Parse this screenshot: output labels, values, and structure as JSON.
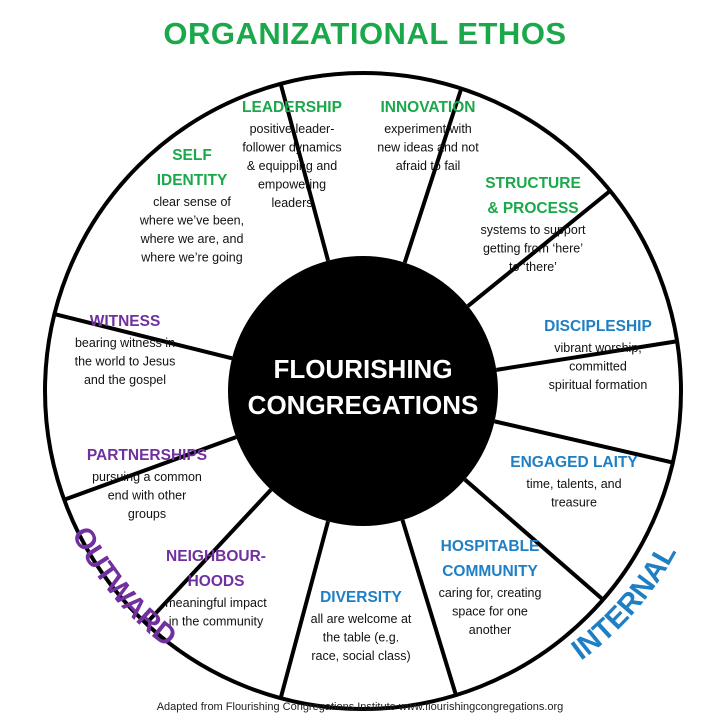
{
  "title": {
    "text": "ORGANIZATIONAL ETHOS",
    "color": "#1aa84a"
  },
  "footer": "Adapted from Flourishing Congregations Institute www.flourishingcongregations.org",
  "center": {
    "lines": [
      "FLOURISHING",
      "CONGREGATIONS"
    ]
  },
  "arc_labels": {
    "outward": {
      "text": "OUTWARD",
      "color": "#7030a0"
    },
    "internal": {
      "text": "INTERNAL",
      "color": "#1f7fc4"
    }
  },
  "colors": {
    "green": "#1aa84a",
    "purple": "#7030a0",
    "blue": "#1f7fc4"
  },
  "segments": [
    {
      "title": [
        "LEADERSHIP"
      ],
      "desc": [
        "positive leader-",
        "follower dynamics",
        "& equipping and",
        "empowering",
        "leaders"
      ],
      "color": "#1aa84a"
    },
    {
      "title": [
        "INNOVATION"
      ],
      "desc": [
        "experiment with",
        "new ideas and not",
        "afraid to fail"
      ],
      "color": "#1aa84a"
    },
    {
      "title": [
        "STRUCTURE",
        "& PROCESS"
      ],
      "desc": [
        "systems to support",
        "getting from ‘here’",
        "to ‘there’"
      ],
      "color": "#1aa84a"
    },
    {
      "title": [
        "DISCIPLESHIP"
      ],
      "desc": [
        "vibrant worship,",
        "committed",
        "spiritual formation"
      ],
      "color": "#1f7fc4"
    },
    {
      "title": [
        "ENGAGED LAITY"
      ],
      "desc": [
        "time, talents, and",
        "treasure"
      ],
      "color": "#1f7fc4"
    },
    {
      "title": [
        "HOSPITABLE",
        "COMMUNITY"
      ],
      "desc": [
        "caring for, creating",
        "space for one",
        "another"
      ],
      "color": "#1f7fc4"
    },
    {
      "title": [
        "DIVERSITY"
      ],
      "desc": [
        "all are welcome at",
        "the table (e.g.",
        "race, social class)"
      ],
      "color": "#1f7fc4"
    },
    {
      "title": [
        "NEIGHBOUR-",
        "HOODS"
      ],
      "desc": [
        "meaningful impact",
        "in the community"
      ],
      "color": "#7030a0"
    },
    {
      "title": [
        "PARTNERSHIPS"
      ],
      "desc": [
        "pursuing a common",
        "end with other",
        "groups"
      ],
      "color": "#7030a0"
    },
    {
      "title": [
        "WITNESS"
      ],
      "desc": [
        "bearing witness in",
        "the world to Jesus",
        "and the gospel"
      ],
      "color": "#7030a0"
    },
    {
      "title": [
        "SELF",
        "IDENTITY"
      ],
      "desc": [
        "clear sense of",
        "where we’ve been,",
        "where we are, and",
        "where we’re going"
      ],
      "color": "#1aa84a"
    }
  ]
}
